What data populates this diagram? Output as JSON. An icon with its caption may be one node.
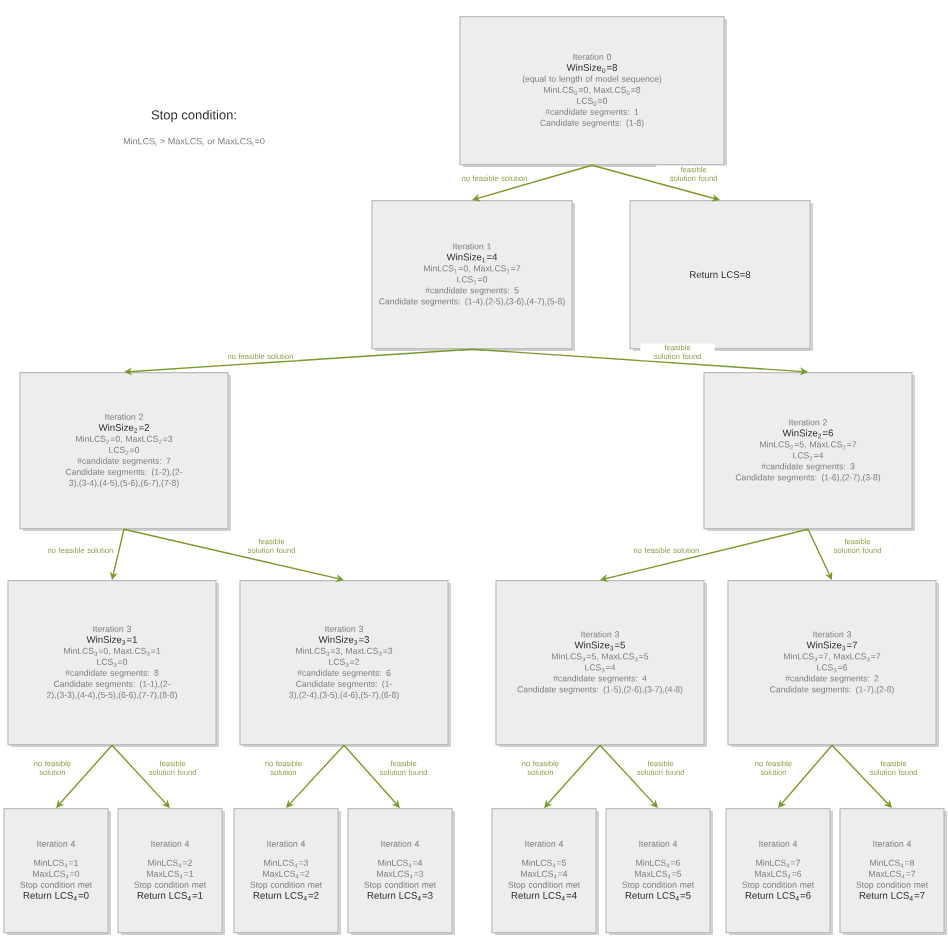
{
  "diagram": {
    "nodes": [
      {
        "text": [
          "Iteration 0",
          "WinSize$_{0}$=8",
          "(equal to length of model sequence)",
          "MinLCS$_{0}$=0, MaxLCS$_{0}$=8",
          "LCS$_{0}$=0",
          "#candidate segments: 1",
          "Candidate segments: (1-8)"
        ]
      },
      {
        "text": [
          "Iteration 1",
          "WinSize$_{1}$=4",
          "MinLCS$_{1}$=0, MaxLCS$_{1}$=7",
          "LCS$_{1}$=0",
          "#candidate segments: 5",
          "Candidate segments: (1-4),(2-5),(3-6),(4-7),(5-8)"
        ]
      },
      {
        "text": [
          "Return LCS=8"
        ]
      },
      {
        "text": [
          "Iteration 2",
          "WinSize$_{2}$=2",
          "MinLCS$_{2}$=0, MaxLCS$_{2}$=3",
          "LCS$_{2}$=0",
          "#candidate segments: 7",
          "Candidate segments: (1-2),(2-3),(3-4),(4-5),(5-6),(6-7),(7-8)"
        ]
      },
      {
        "text": [
          "Iteration 2",
          "WinSize$_{2}$=6",
          "MinLCS$_{2}$=5, MaxLCS$_{2}$=7",
          "LCS$_{2}$=4",
          "#candidate segments: 3",
          "Candidate segments: (1-6),(2-7),(3-8)"
        ]
      },
      {
        "text": [
          "Iteration 3",
          "WinSize$_{3}$=1",
          "MinLCS$_{3}$=0, MaxLCS$_{3}$=1",
          "LCS$_{3}$=0",
          "#candidate segments: 8",
          "Candidate segments: (1-1),(2-2),(3-3),(4-4),(5-5),(6-6),(7-7),(8-8)"
        ]
      },
      {
        "text": [
          "Iteration 3",
          "WinSize$_{3}$=3",
          "MinLCS$_{3}$=3, MaxLCS$_{3}$=3",
          "LCS$_{3}$=2",
          "#candidate segments: 6",
          "Candidate segments: (1-3),(2-4),(3-5),(4-6),(5-7),(6-8)"
        ]
      },
      {
        "text": [
          "Iteration 3",
          "WinSize$_{3}$=5",
          "MinLCS$_{3}$=5, MaxLCS$_{3}$=5",
          "LCS$_{3}$=4",
          "#candidate segments: 4",
          "Candidate segments: (1-5),(2-6),(3-7),(4-8)"
        ]
      },
      {
        "text": [
          "Iteration 3",
          "WinSize$_{3}$=7",
          "MinLCS$_{3}$=7, MaxLCS$_{3}$=7",
          "LCS$_{3}$=6",
          "#candidate segments: 2",
          "Candidate segments: (1-7),(2-8)"
        ]
      },
      {
        "text": [
          "Iteration 4",
          "MinLCS$_{4}$=1",
          "MaxLCS$_{4}$=0",
          "Stop condition met",
          "Return LCS$_{4}$=0"
        ]
      },
      {
        "text": [
          "Iteration 4",
          "MinLCS$_{4}$=2",
          "MaxLCS$_{4}$=1",
          "Stop condition met",
          "Return LCS$_{4}$=1"
        ]
      },
      {
        "text": [
          "Iteration 4",
          "MinLCS$_{4}$=3",
          "MaxLCS$_{4}$=2",
          "Stop condition met",
          "Return LCS$_{4}$=2"
        ]
      },
      {
        "text": [
          "Iteration 4",
          "MinLCS$_{4}$=4",
          "MaxLCS$_{4}$=3",
          "Stop condition met",
          "Return LCS$_{4}$=3"
        ]
      },
      {
        "text": [
          "Iteration 4",
          "MinLCS$_{4}$=5",
          "MaxLCS$_{4}$=4",
          "Stop condition met",
          "Return LCS$_{4}$=4"
        ]
      },
      {
        "text": [
          "Iteration 4",
          "MinLCS$_{4}$=6",
          "MaxLCS$_{4}$=5",
          "Stop condition met",
          "Return LCS$_{4}$=5"
        ]
      },
      {
        "text": [
          "Iteration 4",
          "MinLCS$_{4}$=7",
          "MaxLCS$_{4}$=6",
          "Stop condition met",
          "Return LCS$_{4}$=6"
        ]
      },
      {
        "text": [
          "Iteration 4",
          "MinLCS$_{4}$=8",
          "MaxLCS$_{4}$=7",
          "Stop condition met",
          "Return LCS$_{4}$=7"
        ]
      }
    ],
    "edges": [
      {
        "from": 0,
        "to": 1,
        "arrow": "to",
        "label": "no feasible solution"
      },
      {
        "from": 0,
        "to": 2,
        "arrow": "to",
        "label": "feasible solution found"
      },
      {
        "from": 1,
        "to": 3,
        "arrow": "to",
        "label": "no feasible solution"
      },
      {
        "from": 1,
        "to": 4,
        "arrow": "to",
        "label": "feasible solution found"
      },
      {
        "from": 3,
        "to": 5,
        "arrow": "to",
        "label": "no feasible solution"
      },
      {
        "from": 3,
        "to": 6,
        "arrow": "to",
        "label": "feasible solution found"
      },
      {
        "from": 4,
        "to": 7,
        "arrow": "to",
        "label": "no feasible solution"
      },
      {
        "from": 4,
        "to": 8,
        "arrow": "to",
        "label": "feasible solution found"
      },
      {
        "from": 5,
        "to": 9,
        "arrow": "to",
        "label": "no feasible solution"
      },
      {
        "from": 5,
        "to": 10,
        "arrow": "to",
        "label": "feasible solution found"
      },
      {
        "from": 6,
        "to": 11,
        "arrow": "to",
        "label": "no feasible solution"
      },
      {
        "from": 6,
        "to": 12,
        "arrow": "to",
        "label": "feasible solution found"
      },
      {
        "from": 7,
        "to": 13,
        "arrow": "to",
        "label": "no feasible solution"
      },
      {
        "from": 7,
        "to": 14,
        "arrow": "to",
        "label": "feasible solution found"
      },
      {
        "from": 8,
        "to": 15,
        "arrow": "to",
        "label": "no feasible solution"
      },
      {
        "from": 8,
        "to": 16,
        "arrow": "to",
        "label": "feasible solution found"
      }
    ],
    "labels": [
      "Stop condition:",
      "MinLCS$_{i}$ > MaxLCS$_{i}$ or MaxLCS$_{i}$=0"
    ]
  }
}
